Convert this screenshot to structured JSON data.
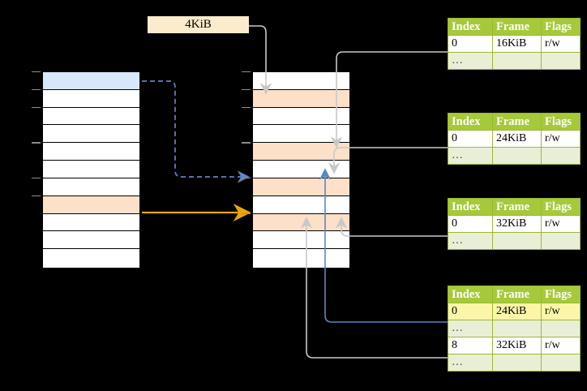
{
  "diagram": {
    "title_label": "4KiB",
    "colors": {
      "header_green": "#a6c939",
      "row_dim_green": "#e9efd6",
      "highlight_yellow": "#fbf6a8",
      "peach": "#fde0c8",
      "blue_cell": "#d9e7fb",
      "orange_arrow": "#e8a50b",
      "blue_arrow": "#5b86c4",
      "gray_arrow": "#c8c8c8",
      "background": "#000000"
    },
    "left_column": {
      "name": "virtual-address-space",
      "rows": [
        {
          "fill": "blue"
        },
        {
          "fill": "white"
        },
        {
          "fill": "white"
        },
        {
          "fill": "white"
        },
        {
          "fill": "white"
        },
        {
          "fill": "white"
        },
        {
          "fill": "white"
        },
        {
          "fill": "peach"
        },
        {
          "fill": "white"
        },
        {
          "fill": "white"
        },
        {
          "fill": "white"
        }
      ],
      "ticks_at_rows": [
        1,
        2,
        3,
        5,
        7,
        8
      ]
    },
    "middle_column": {
      "name": "physical-memory",
      "rows": [
        {
          "fill": "white"
        },
        {
          "fill": "peach"
        },
        {
          "fill": "white"
        },
        {
          "fill": "white"
        },
        {
          "fill": "peach"
        },
        {
          "fill": "white"
        },
        {
          "fill": "peach"
        },
        {
          "fill": "white"
        },
        {
          "fill": "peach"
        },
        {
          "fill": "white"
        },
        {
          "fill": "white"
        }
      ],
      "ticks_at_rows": [
        1,
        2,
        3,
        5,
        7,
        9
      ]
    },
    "tables": [
      {
        "name": "page-table-1",
        "headers": [
          "Index",
          "Frame",
          "Flags"
        ],
        "rows": [
          {
            "cells": [
              "0",
              "16KiB",
              "r/w"
            ],
            "dim": false,
            "highlight": []
          },
          {
            "cells": [
              "…",
              "",
              ""
            ],
            "dim": true,
            "highlight": []
          }
        ]
      },
      {
        "name": "page-table-2",
        "headers": [
          "Index",
          "Frame",
          "Flags"
        ],
        "rows": [
          {
            "cells": [
              "0",
              "24KiB",
              "r/w"
            ],
            "dim": false,
            "highlight": []
          },
          {
            "cells": [
              "…",
              "",
              ""
            ],
            "dim": true,
            "highlight": []
          }
        ]
      },
      {
        "name": "page-table-3",
        "headers": [
          "Index",
          "Frame",
          "Flags"
        ],
        "rows": [
          {
            "cells": [
              "0",
              "32KiB",
              "r/w"
            ],
            "dim": false,
            "highlight": []
          },
          {
            "cells": [
              "…",
              "",
              ""
            ],
            "dim": true,
            "highlight": []
          }
        ]
      },
      {
        "name": "page-table-4",
        "headers": [
          "Index",
          "Frame",
          "Flags"
        ],
        "rows": [
          {
            "cells": [
              "0",
              "24KiB",
              "r/w"
            ],
            "dim": false,
            "highlight": [
              0,
              1,
              2
            ]
          },
          {
            "cells": [
              "…",
              "",
              ""
            ],
            "dim": true,
            "highlight": []
          },
          {
            "cells": [
              "8",
              "32KiB",
              "r/w"
            ],
            "dim": false,
            "highlight": []
          },
          {
            "cells": [
              "…",
              "",
              ""
            ],
            "dim": true,
            "highlight": []
          }
        ]
      }
    ]
  }
}
